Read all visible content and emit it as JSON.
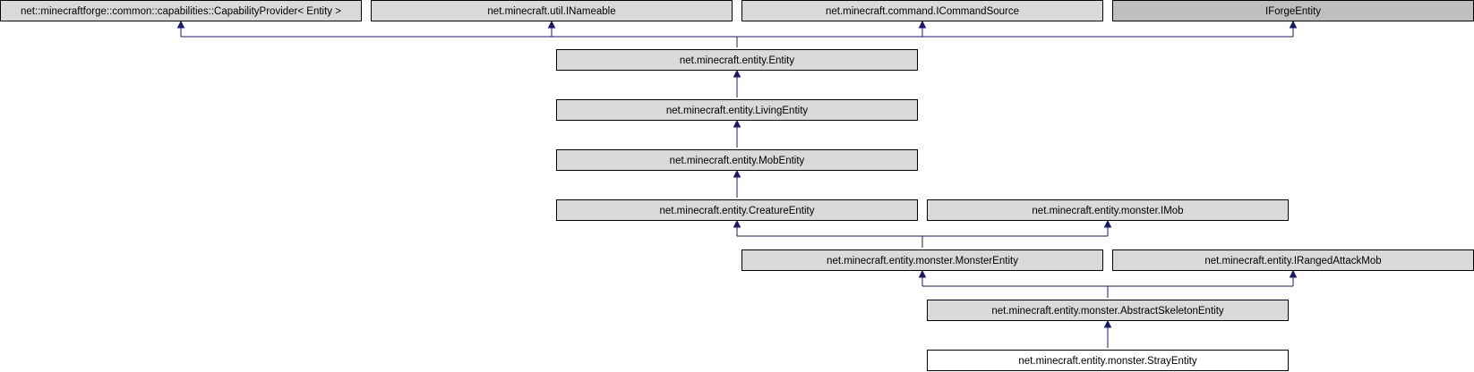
{
  "colors": {
    "node_fill": "#d9d9d9",
    "node_highlight_fill": "#bfbfbf",
    "node_current_fill": "#ffffff",
    "node_border": "#000000",
    "edge": "#191970"
  },
  "nodes": {
    "capability_provider": "net::minecraftforge::common::capabilities::CapabilityProvider< Entity >",
    "i_nameable": "net.minecraft.util.INameable",
    "i_command_source": "net.minecraft.command.ICommandSource",
    "i_forge_entity": "IForgeEntity",
    "entity": "net.minecraft.entity.Entity",
    "living_entity": "net.minecraft.entity.LivingEntity",
    "mob_entity": "net.minecraft.entity.MobEntity",
    "creature_entity": "net.minecraft.entity.CreatureEntity",
    "i_mob": "net.minecraft.entity.monster.IMob",
    "monster_entity": "net.minecraft.entity.monster.MonsterEntity",
    "i_ranged_attack_mob": "net.minecraft.entity.IRangedAttackMob",
    "abstract_skeleton_entity": "net.minecraft.entity.monster.AbstractSkeletonEntity",
    "stray_entity": "net.minecraft.entity.monster.StrayEntity"
  }
}
